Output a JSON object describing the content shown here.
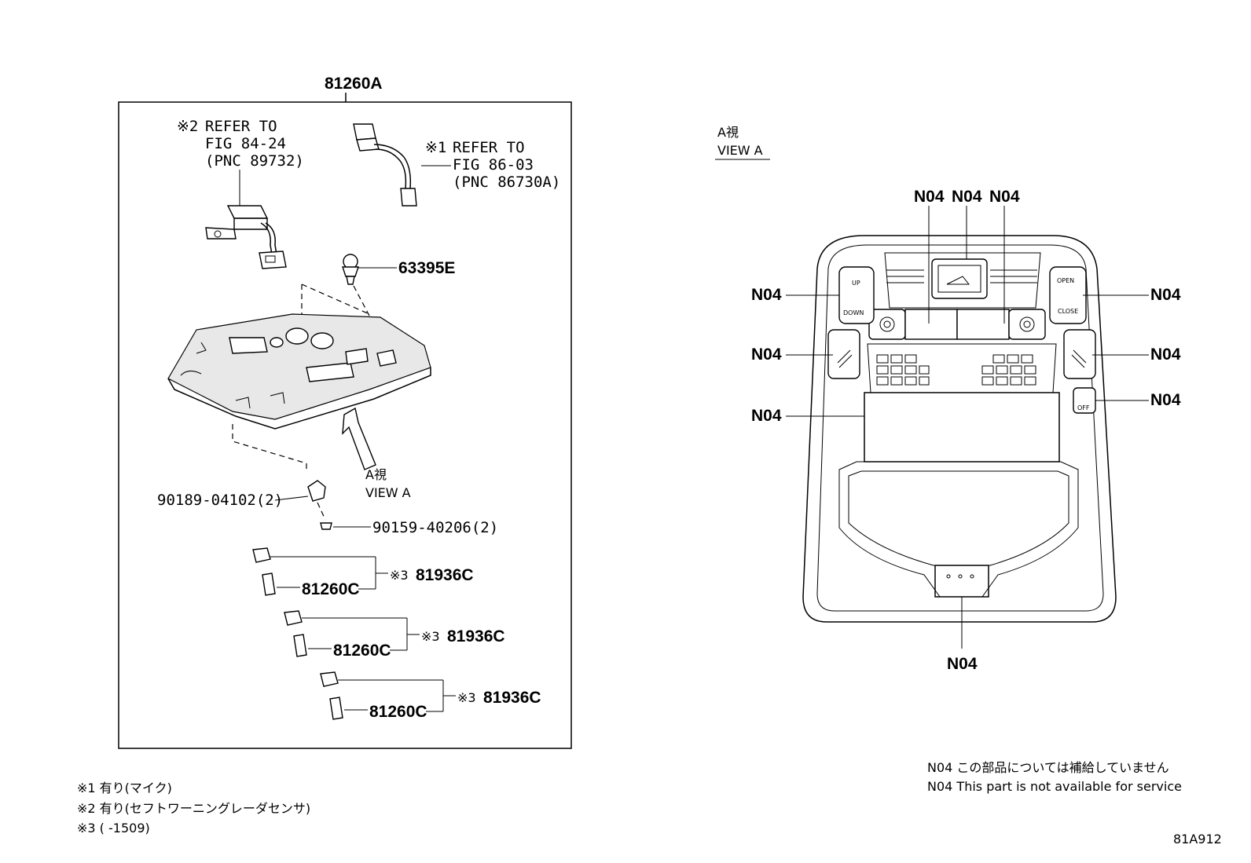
{
  "main_assembly": {
    "part_number": "81260A"
  },
  "refs": {
    "ref2": {
      "mark": "※2",
      "line1": "REFER TO",
      "line2": "FIG 84-24",
      "line3": "(PNC 89732)"
    },
    "ref1": {
      "mark": "※1",
      "line1": "REFER TO",
      "line2": "FIG 86-03",
      "line3": "(PNC 86730A)"
    }
  },
  "parts": {
    "clip": "63395E",
    "bolt_a": "90189-04102(2)",
    "bolt_b": "90159-40206(2)",
    "view_ja": "A視",
    "view_en": "VIEW A",
    "bulb_groups": [
      {
        "mark": "※3",
        "socket": "81936C",
        "bulb": "81260C"
      },
      {
        "mark": "※3",
        "socket": "81936C",
        "bulb": "81260C"
      },
      {
        "mark": "※3",
        "socket": "81936C",
        "bulb": "81260C"
      }
    ]
  },
  "view_a": {
    "title_ja": "A視",
    "title_en": "VIEW A",
    "callout": "N04",
    "switch_labels": {
      "up": "UP",
      "down": "DOWN",
      "open": "OPEN",
      "close": "CLOSE",
      "off": "OFF"
    }
  },
  "footnotes": [
    "※1 有り(マイク)",
    "※2 有り(セフトワーニングレーダセンサ)",
    "※3 (       -1509)"
  ],
  "legend": {
    "ja": "N04 この部品については補給していません",
    "en": "N04 This part is not available for service"
  },
  "figure_code": "81A912"
}
